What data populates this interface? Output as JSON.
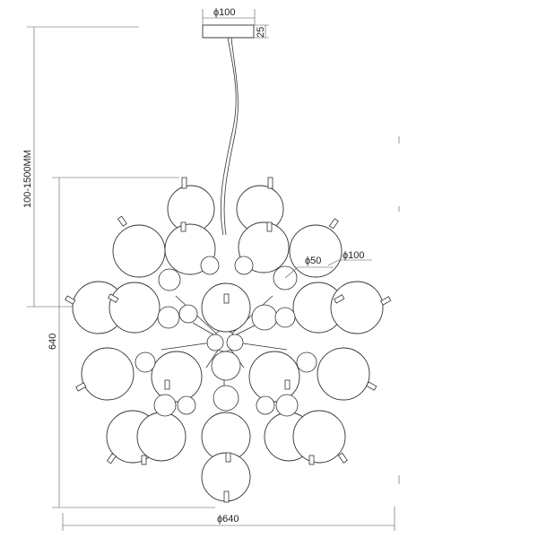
{
  "dimensions": {
    "canopy_diameter": "ϕ100",
    "canopy_height": "25",
    "suspension_length": "100-1500MM",
    "body_height": "640",
    "body_diameter": "ϕ640",
    "small_globe_diameter": "ϕ50",
    "large_globe_diameter": "ϕ100"
  }
}
